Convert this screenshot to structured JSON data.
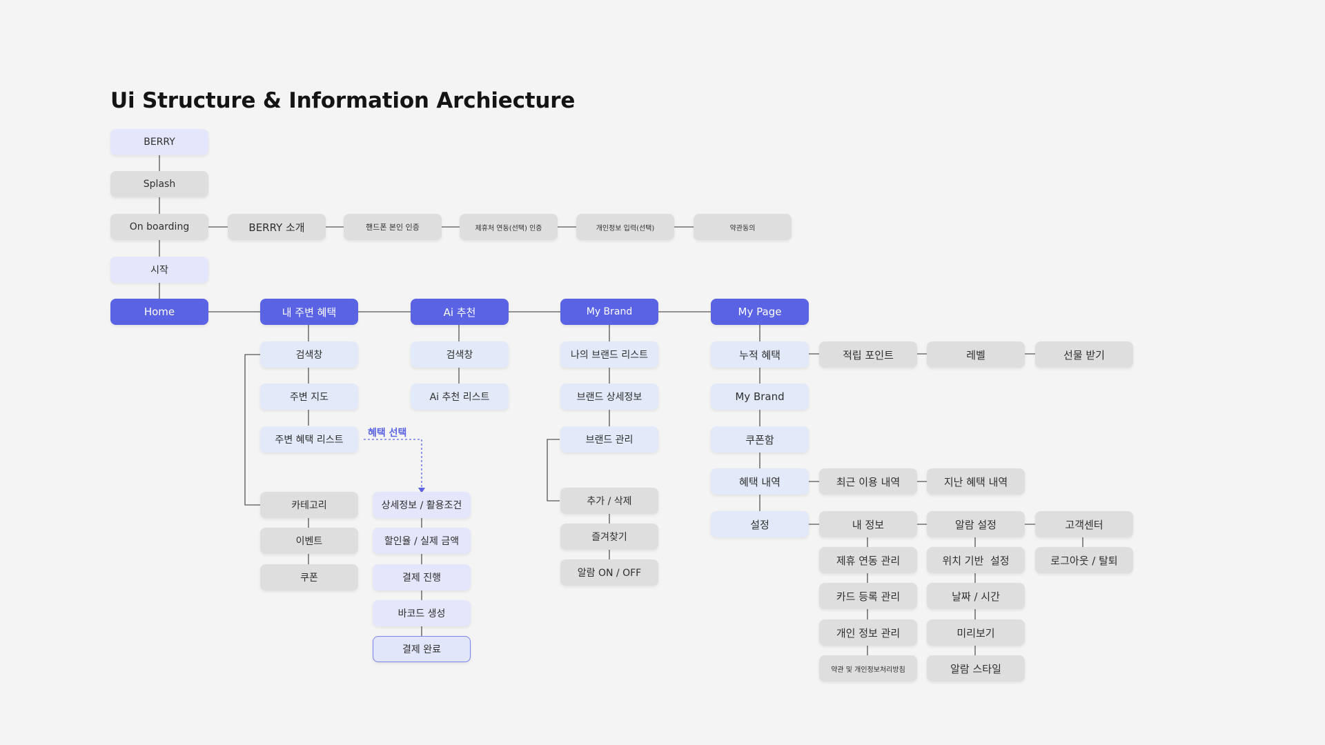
{
  "title": "Ui Structure & Information Archiecture",
  "colors": {
    "primary": "#5a63e3",
    "lavender": "#e4e6fb",
    "pale_blue": "#e2eafa",
    "grey": "#dedede",
    "line": "#555555",
    "background": "#f4f4f4"
  },
  "annotation": "혜택 선택",
  "nodes": {
    "berry": "BERRY",
    "splash": "Splash",
    "onboarding": "On boarding",
    "berry_intro": "BERRY 소개",
    "phone_auth": "핸드폰 본인 인증",
    "partner_auth": "제휴처 연동(선택) 인증",
    "personal_input": "개인정보 입력(선택)",
    "terms": "약관동의",
    "start": "시작",
    "home": "Home",
    "nearby": "내 주변 혜택",
    "ai": "Ai 추천",
    "mybrand": "My Brand",
    "mypage": "My Page",
    "nb_search": "검색창",
    "nb_map": "주변 지도",
    "nb_list": "주변 혜택 리스트",
    "nb_category": "카테고리",
    "nb_event": "이벤트",
    "nb_coupon": "쿠폰",
    "flow_detail": "상세정보 / 활용조건",
    "flow_discount": "할인율 / 실제 금액",
    "flow_payment": "결제 진행",
    "flow_barcode": "바코드 생성",
    "flow_complete": "결제 완료",
    "ai_search": "검색창",
    "ai_list": "Ai 추천 리스트",
    "mb_list": "나의 브랜드 리스트",
    "mb_detail": "브랜드 상세정보",
    "mb_manage": "브랜드 관리",
    "mb_adddel": "추가 / 삭제",
    "mb_fav": "즐겨찾기",
    "mb_alarm": "알람 ON / OFF",
    "mp_accum": "누적 혜택",
    "mp_points": "적립 포인트",
    "mp_level": "레벨",
    "mp_gift": "선물 받기",
    "mp_mybrand": "My Brand",
    "mp_coupon": "쿠폰함",
    "mp_history": "혜택 내역",
    "mp_recent": "최근 이용 내역",
    "mp_past": "지난 혜택 내역",
    "mp_settings": "설정",
    "st_myinfo": "내 정보",
    "st_partner": "제휴 연동 관리",
    "st_card": "카드 등록 관리",
    "st_privacy": "개인 정보 관리",
    "st_terms": "약관 및 개인정보처리방침",
    "st_alarm": "알람 설정",
    "st_location": "위치 기반  설정",
    "st_datetime": "날짜 / 시간",
    "st_preview": "미리보기",
    "st_alarmstyle": "알람 스타일",
    "st_support": "고객센터",
    "st_logout": "로그아웃 / 탈퇴"
  }
}
